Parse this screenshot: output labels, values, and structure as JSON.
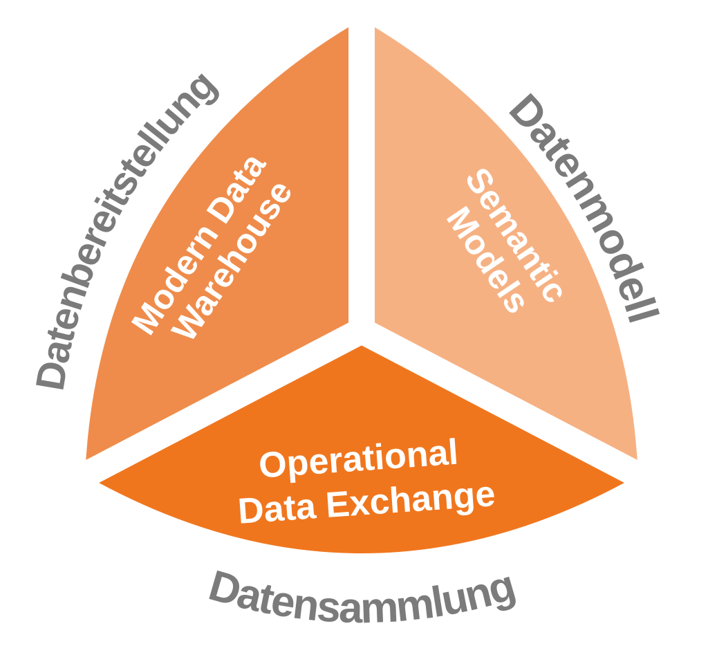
{
  "diagram": {
    "background": "#FFFFFF",
    "gap_color": "#FFFFFF",
    "outer_label_color": "#7B7B7B",
    "inner_label_color": "#FFFFFF",
    "outer_labels": {
      "left": "Datenbereitstellung",
      "right": "Datenmodell",
      "bottom": "Datensammlung"
    },
    "segments": {
      "left": {
        "color": "#EF8C4B",
        "line1": "Modern Data",
        "line2": "Warehouse"
      },
      "right": {
        "color": "#F6B183",
        "line1": "Semantic",
        "line2": "Models"
      },
      "bottom": {
        "color": "#F0761E",
        "line1": "Operational",
        "line2": "Data Exchange"
      }
    }
  }
}
